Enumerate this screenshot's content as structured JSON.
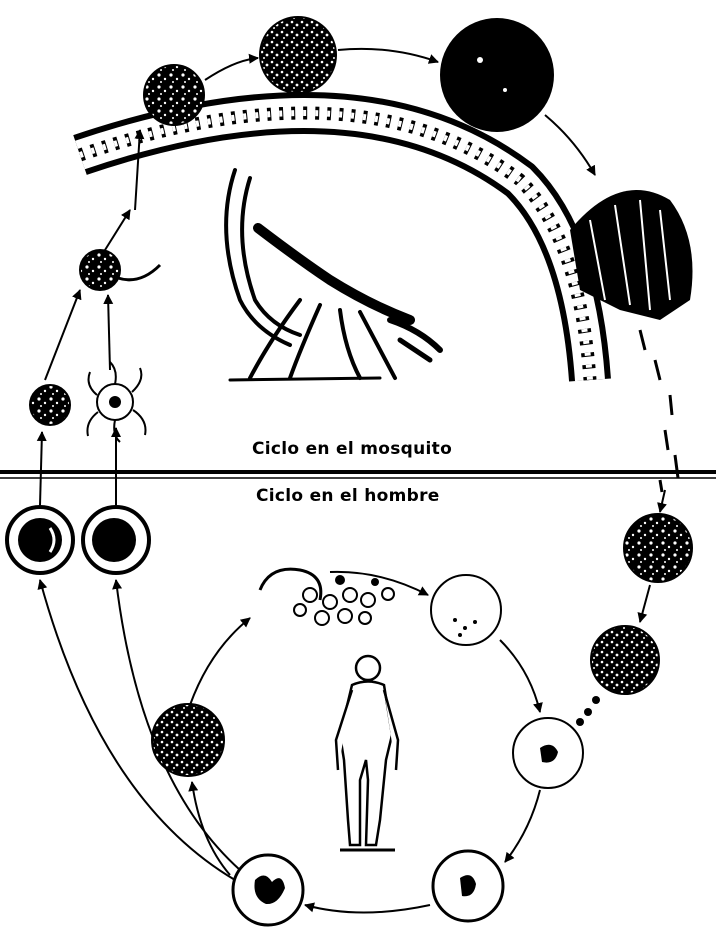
{
  "labels": {
    "mosquito_cycle": "Ciclo en el mosquito",
    "human_cycle": "Ciclo en el hombre"
  },
  "colors": {
    "ink": "#000000",
    "paper": "#ffffff"
  },
  "figures": {
    "mosquito": "mosquito-silhouette",
    "human": "standing-human-figure"
  }
}
